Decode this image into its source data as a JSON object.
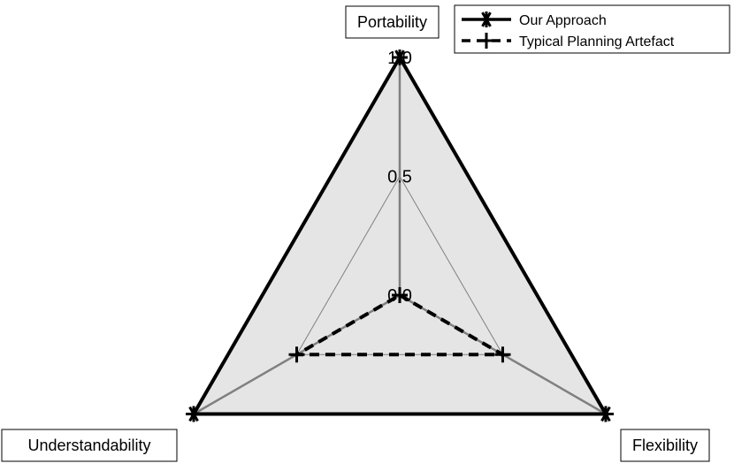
{
  "chart_data": {
    "type": "radar",
    "axes": [
      "Portability",
      "Flexibility",
      "Understandability"
    ],
    "range": [
      0,
      1
    ],
    "ticks": [
      {
        "value": 0,
        "label": "0.0"
      },
      {
        "value": 0.5,
        "label": "0.5"
      },
      {
        "value": 1,
        "label": "1.0"
      }
    ],
    "series": [
      {
        "name": "Our Approach",
        "values": [
          1.0,
          1.0,
          1.0
        ],
        "line_style": "solid",
        "marker": "asterisk",
        "color": "#000000",
        "fill": "#e5e5e5"
      },
      {
        "name": "Typical Planning Artefact",
        "values": [
          0.0,
          0.5,
          0.5
        ],
        "line_style": "dashed",
        "marker": "plus",
        "color": "#000000"
      }
    ],
    "grid_color": "#808080",
    "legend_position": "top-right"
  }
}
